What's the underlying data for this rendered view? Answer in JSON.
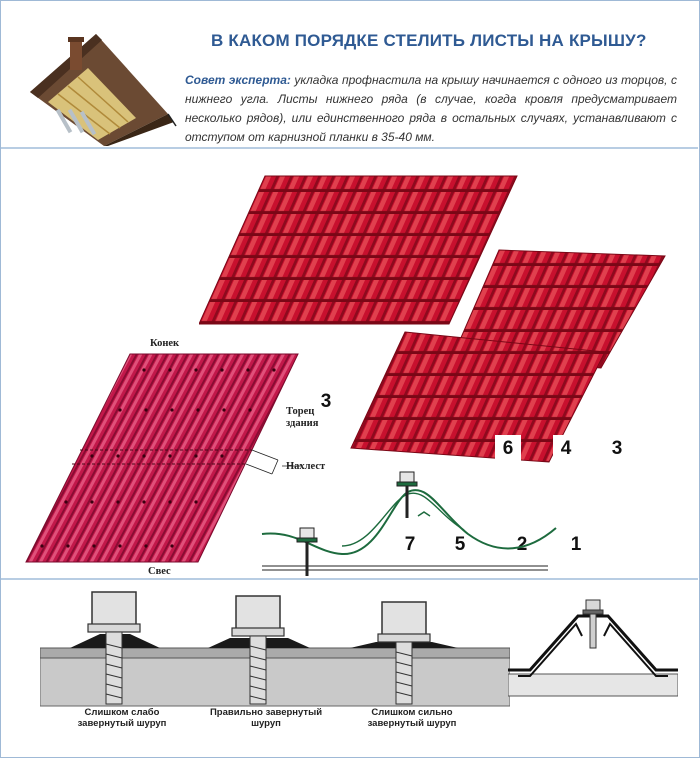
{
  "header": {
    "title": "В КАКОМ ПОРЯДКЕ СТЕЛИТЬ ЛИСТЫ НА КРЫШУ?",
    "advice_lead": "Совет эксперта:",
    "advice_text": " укладка профнастила на крышу начинается с одного из торцов, с нижнего угла. Листы нижнего ряда (в случае, когда кровля предусматривает несколько рядов), или единственного ряда в остальных случаях, устанавливают  с отступом от карнизной планки в 35-40 мм."
  },
  "top_panel": {
    "numbers": [
      "4",
      "3",
      "2",
      "1"
    ]
  },
  "right_panel": {
    "upper_numbers": [
      "6",
      "4",
      "3"
    ],
    "lower_numbers": [
      "7",
      "5",
      "2",
      "1"
    ]
  },
  "corrugated_sheet": {
    "ridge_label": "Конек",
    "gable_label_line1": "Торец",
    "gable_label_line2": "здания",
    "overlap_label": "Нахлест",
    "eave_label": "Свес"
  },
  "screws": {
    "loose_line1": "Слишком слабо",
    "loose_line2": "завернутый шуруп",
    "correct_line1": "Правильно завернутый",
    "correct_line2": "шуруп",
    "tight_line1": "Слишком сильно",
    "tight_line2": "завернутый шуруп"
  },
  "colors": {
    "title": "#2f5a93",
    "rule": "#b8cde3",
    "tile_red": "#c8102e",
    "sheet_red": "#c2184a"
  }
}
